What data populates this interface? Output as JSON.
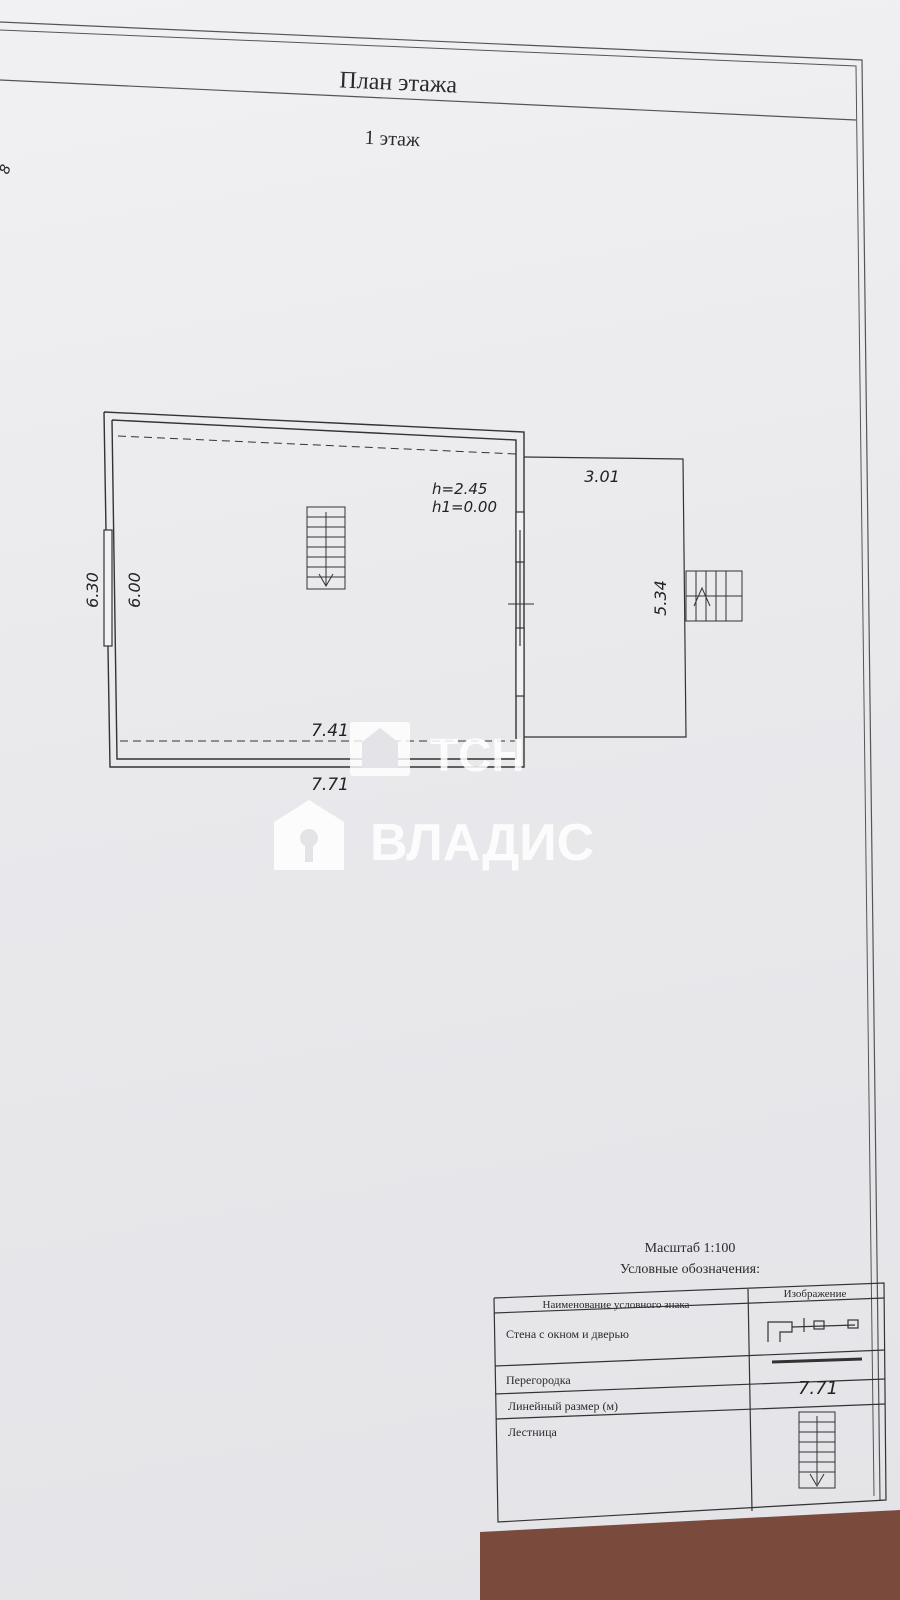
{
  "sheet": {
    "title": "План этажа",
    "floor": "1 этаж",
    "corner_mark": "8"
  },
  "plan": {
    "height_label": "h=2.45",
    "h1_label": "h1=0.00",
    "dimensions": {
      "outer_height": "6.30",
      "inner_height": "6.00",
      "inner_width": "7.41",
      "outer_width": "7.71",
      "annex_width": "3.01",
      "annex_height": "5.34"
    }
  },
  "watermark": {
    "brand_top": "ТСН",
    "brand_bottom": "ВЛАДИС"
  },
  "legend": {
    "scale": "Масштаб 1:100",
    "heading": "Условные обозначения:",
    "col_name": "Наименование условного знака",
    "col_image": "Изображение",
    "rows": [
      {
        "name": "Стена с окном и дверью",
        "image": ""
      },
      {
        "name": "Перегородка",
        "image": ""
      },
      {
        "name": "Линейный размер (м)",
        "image": "7.71"
      },
      {
        "name": "Лестница",
        "image": ""
      }
    ]
  }
}
